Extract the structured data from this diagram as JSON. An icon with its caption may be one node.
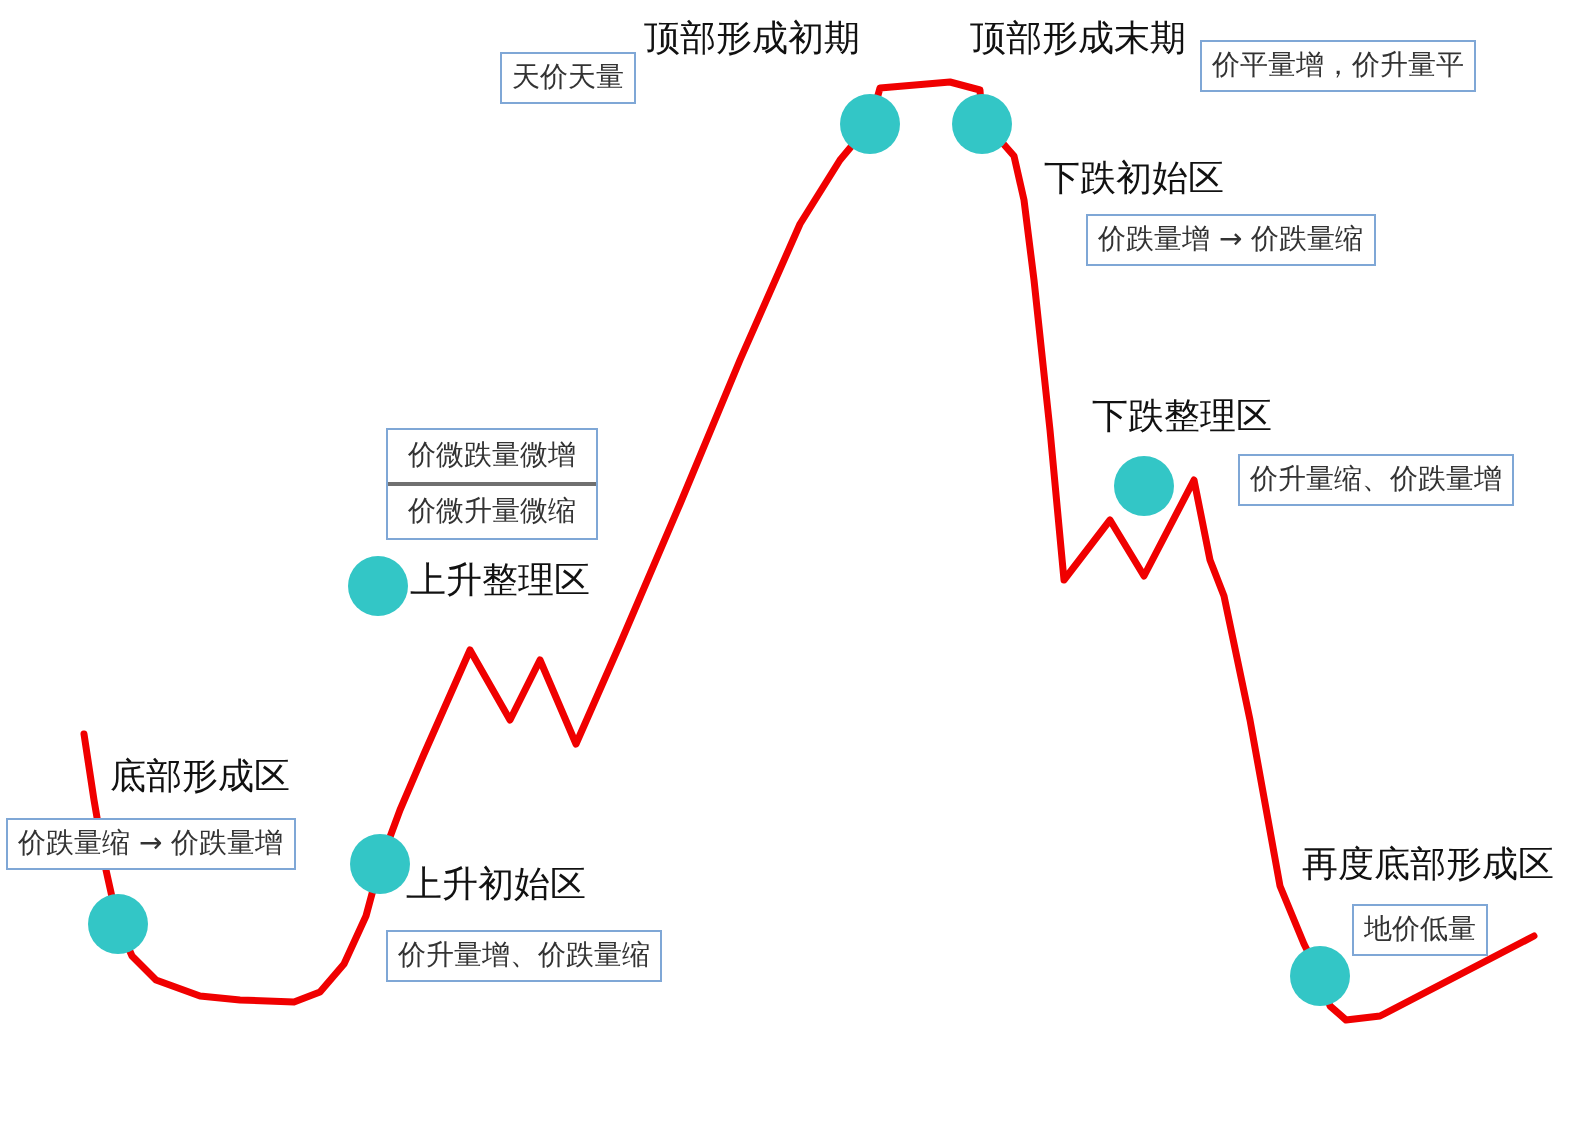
{
  "diagram": {
    "nodes": [
      {
        "text": [
          "价跌量缩 → 价跌量增"
        ]
      },
      {
        "text": [
          "价升量增、价跌量缩"
        ]
      },
      {
        "text": [
          "价微跌量微增",
          "价微升量微缩"
        ]
      },
      {
        "text": [
          "天价天量"
        ]
      },
      {
        "text": [
          "价平量增，价升量平"
        ]
      },
      {
        "text": [
          "价跌量增 → 价跌量缩"
        ]
      },
      {
        "text": [
          "价升量缩、价跌量增"
        ]
      },
      {
        "text": [
          "地价低量"
        ]
      }
    ],
    "labels": [
      "顶部形成初期",
      "顶部形成末期",
      "下跌初始区",
      "下跌整理区",
      "上升整理区",
      "底部形成区",
      "上升初始区",
      "再度底部形成区"
    ]
  }
}
